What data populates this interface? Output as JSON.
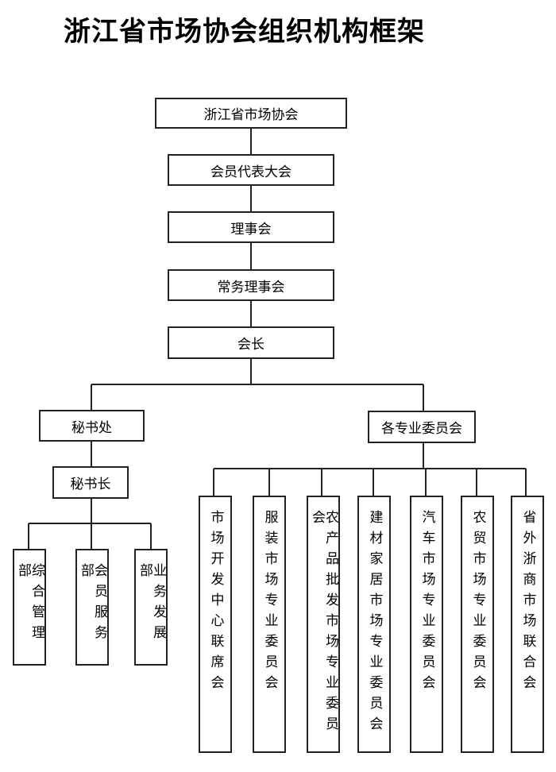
{
  "title": "浙江省市场协会组织机构框架",
  "nodes": {
    "association": "浙江省市场协会",
    "congress": "会员代表大会",
    "council": "理事会",
    "standing_council": "常务理事会",
    "president": "会长",
    "secretariat": "秘书处",
    "committees": "各专业委员会",
    "secretary_general": "秘书长",
    "departments": [
      "综合管理部",
      "会员服务部",
      "业务发展部"
    ],
    "committee_list": [
      "市场开发中心联席会",
      "服装市场专业委员会",
      "农产品批发市场专业委员会",
      "建材家居市场专业委员会",
      "汽车市场专业委员会",
      "农贸市场专业委员会",
      "省外浙商市场联合会"
    ]
  }
}
